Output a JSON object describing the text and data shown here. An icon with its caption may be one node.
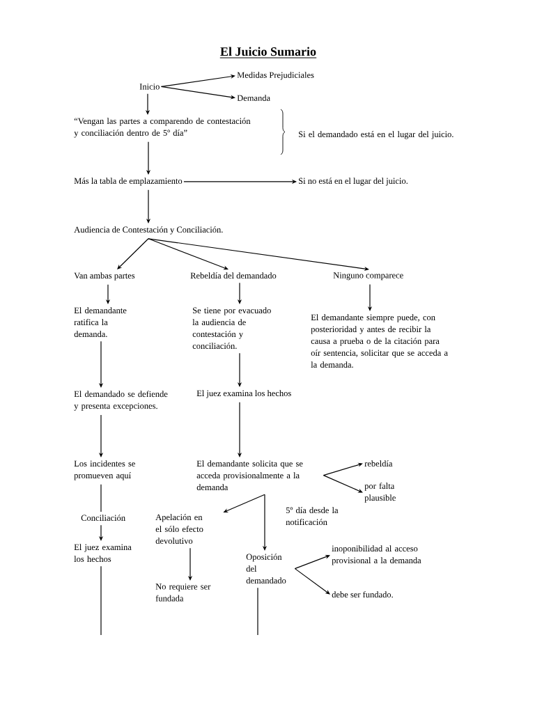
{
  "diagram": {
    "title": "El Juicio Sumario",
    "nodes": [
      {
        "text": [
          "Inicio"
        ]
      },
      {
        "text": [
          "Medidas Prejudiciales"
        ]
      },
      {
        "text": [
          "Demanda"
        ]
      },
      {
        "text": [
          "“Vengan las partes a comparendo de contestación y conciliación dentro de 5º día”"
        ]
      },
      {
        "text": [
          "Si el demandado está en el lugar del juicio."
        ]
      },
      {
        "text": [
          "Más la tabla de emplazamiento"
        ]
      },
      {
        "text": [
          "Si no está en el lugar del juicio."
        ]
      },
      {
        "text": [
          "Audiencia de Contestación y Conciliación."
        ]
      },
      {
        "text": [
          "Van ambas partes"
        ]
      },
      {
        "text": [
          "Rebeldía del demandado"
        ]
      },
      {
        "text": [
          "Ninguno comparece"
        ]
      },
      {
        "text": [
          "El demandante ratifica la demanda."
        ]
      },
      {
        "text": [
          "Se tiene por evacuado la audiencia de contestación y conciliación."
        ]
      },
      {
        "text": [
          "El demandante siempre puede, con posterioridad y antes de recibir la causa a prueba o de la citación para oír sentencia, solicitar que se acceda a la demanda."
        ]
      },
      {
        "text": [
          "El demandado se defiende y presenta excepciones."
        ]
      },
      {
        "text": [
          "El juez examina los hechos"
        ]
      },
      {
        "text": [
          "Los incidentes se promueven aquí"
        ]
      },
      {
        "text": [
          "El demandante solicita que se acceda provisionalmente a la demanda"
        ]
      },
      {
        "text": [
          "rebeldía"
        ]
      },
      {
        "text": [
          "por falta plausible"
        ]
      },
      {
        "text": [
          "Conciliación"
        ]
      },
      {
        "text": [
          "El juez examina los hechos"
        ]
      },
      {
        "text": [
          "Apelación en el sólo efecto devolutivo"
        ]
      },
      {
        "text": [
          "Oposición del demandado"
        ]
      },
      {
        "text": [
          "No requiere ser fundada"
        ]
      },
      {
        "text": [
          "inoponibilidad al acceso provisional a la demanda"
        ]
      },
      {
        "text": [
          "debe ser fundado."
        ]
      }
    ],
    "edges": [
      {
        "from": 0,
        "to": 1,
        "arrow": "to"
      },
      {
        "from": 0,
        "to": 2,
        "arrow": "to"
      },
      {
        "from": 0,
        "to": 3,
        "arrow": "to"
      },
      {
        "from": 3,
        "to": 5,
        "arrow": "to"
      },
      {
        "from": 5,
        "to": 6,
        "arrow": "to"
      },
      {
        "from": 5,
        "to": 7,
        "arrow": "to"
      },
      {
        "from": 7,
        "to": 8,
        "arrow": "to"
      },
      {
        "from": 7,
        "to": 9,
        "arrow": "to"
      },
      {
        "from": 7,
        "to": 10,
        "arrow": "to"
      },
      {
        "from": 8,
        "to": 11,
        "arrow": "to"
      },
      {
        "from": 9,
        "to": 12,
        "arrow": "to"
      },
      {
        "from": 10,
        "to": 13,
        "arrow": "to"
      },
      {
        "from": 11,
        "to": 14,
        "arrow": "to"
      },
      {
        "from": 12,
        "to": 15,
        "arrow": "to"
      },
      {
        "from": 14,
        "to": 16,
        "arrow": "to"
      },
      {
        "from": 15,
        "to": 17,
        "arrow": "to"
      },
      {
        "from": 16,
        "to": 20,
        "arrow": "none"
      },
      {
        "from": 20,
        "to": 21,
        "arrow": "to"
      },
      {
        "from": 17,
        "to": 18,
        "arrow": "to"
      },
      {
        "from": 17,
        "to": 19,
        "arrow": "to"
      },
      {
        "from": 17,
        "to": 22,
        "arrow": "to"
      },
      {
        "from": 17,
        "to": 23,
        "arrow": "to"
      },
      {
        "from": 22,
        "to": 24,
        "arrow": "to"
      },
      {
        "from": 23,
        "to": 25,
        "arrow": "to"
      },
      {
        "from": 23,
        "to": 26,
        "arrow": "to"
      },
      {
        "from": 21,
        "to": null,
        "arrow": "none"
      },
      {
        "from": 23,
        "to": null,
        "arrow": "none"
      }
    ],
    "labels": [
      "5º día desde la notificación"
    ]
  }
}
